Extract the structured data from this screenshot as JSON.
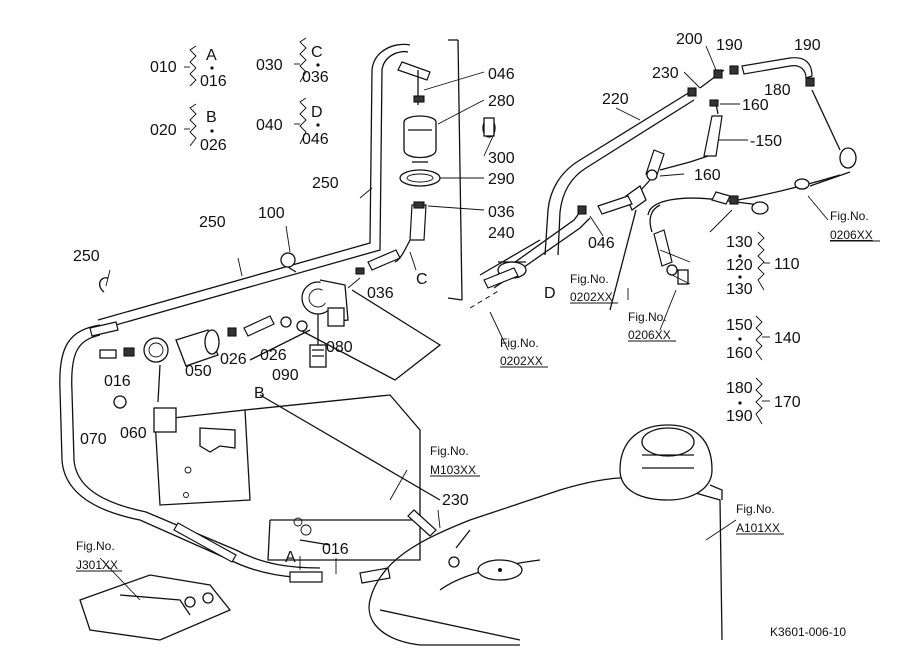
{
  "parts": {
    "p010": "010",
    "p016": "016",
    "p020": "020",
    "p026": "026",
    "p030": "030",
    "p036": "036",
    "p040": "040",
    "p046": "046",
    "p050": "050",
    "p060": "060",
    "p070": "070",
    "p080": "080",
    "p090": "090",
    "p100": "100",
    "p110": "110",
    "p120": "120",
    "p130": "130",
    "p140": "140",
    "p150": "150",
    "p160": "160",
    "p170": "170",
    "p180": "180",
    "p190": "190",
    "p200": "200",
    "p220": "220",
    "p230": "230",
    "p240": "240",
    "p250": "250",
    "p280": "280",
    "p290": "290",
    "p300": "300"
  },
  "letters": {
    "a": "A",
    "b": "B",
    "c": "C",
    "d": "D"
  },
  "prefixes": {
    "p150_dash": "-150"
  },
  "figrefs": {
    "fig": "Fig.No.",
    "f0206": "0206XX",
    "f0202": "0202XX",
    "fM103": "M103XX",
    "fA101": "A101XX",
    "fJ301": "J301XX"
  },
  "doc_id": "K3601-006-10"
}
